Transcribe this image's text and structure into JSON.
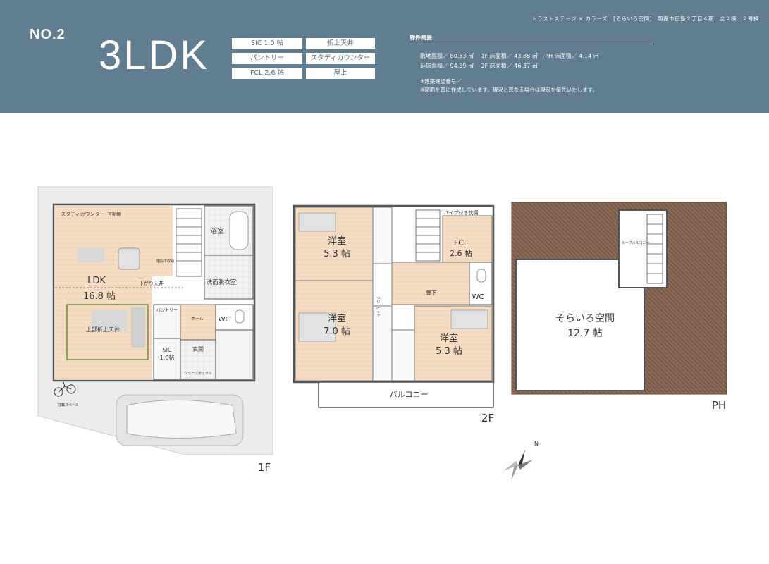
{
  "header": {
    "plan_no": "NO.2",
    "layout": "3LDK",
    "tags": [
      "SIC 1.0 帖",
      "折上天井",
      "パントリー",
      "スタディカウンター",
      "FCL 2.6 帖",
      "屋上"
    ],
    "company": "トラストステージ × カラーズ　[そらいろ空間]　朝霞市田島２丁目４期　全２棟　２号棟",
    "overview_title": "物件概要",
    "overview_line1": "敷地面積／ 80.53 ㎡　 1F 床面積／ 43.88 ㎡　 PH 床面積／ 4.14 ㎡",
    "overview_line2": "延床面積／ 94.39 ㎡　 2F 床面積／ 46.37 ㎡",
    "note1": "※建築確認番号／",
    "note2": "※図面を基に作成しています。現況と異なる場合は現況を優先いたします。"
  },
  "floor1": {
    "label": "1F",
    "study": "スタディカウンター",
    "storage": "可動棚",
    "ldk": "LDK",
    "ldk_size": "16.8 帖",
    "ceiling": "上部折上天井",
    "lower_ceiling": "下がり天井",
    "stair_storage": "階段下収納",
    "bath": "浴室",
    "washroom": "洗面脱衣室",
    "pantry": "パントリー",
    "hall": "ホール",
    "wc": "WC",
    "sic": "SIC",
    "sic_size": "1.0帖",
    "entrance": "玄関",
    "shoes": "シューズボックス",
    "bicycle": "駐輪スペース"
  },
  "floor2": {
    "label": "2F",
    "room1": "洋室",
    "room1_size": "5.3 帖",
    "room2": "洋室",
    "room2_size": "7.0 帖",
    "room3": "洋室",
    "room3_size": "5.3 帖",
    "fcl": "FCL",
    "fcl_size": "2.6 帖",
    "pipe_shelf": "パイプ付き枕棚",
    "closet": "クローゼット",
    "corridor": "廊下",
    "wc": "WC",
    "balcony": "バルコニー"
  },
  "ph": {
    "label": "PH",
    "space": "そらいろ空間",
    "space_size": "12.7 帖",
    "roof_hatch": "ルーフバルコニー"
  },
  "compass": "N"
}
